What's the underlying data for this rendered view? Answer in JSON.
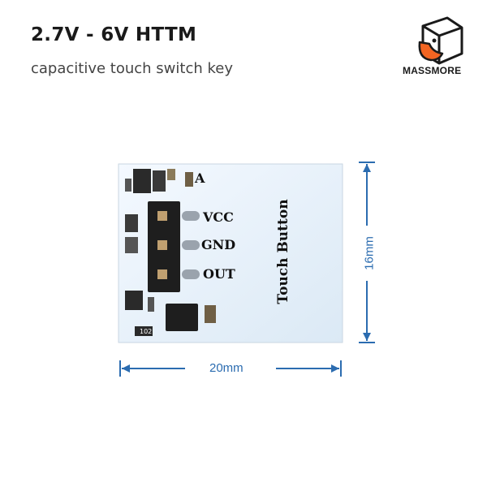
{
  "header": {
    "title": "2.7V - 6V HTTM",
    "subtitle": "capacitive touch switch key"
  },
  "brand": {
    "name": "MASSMORE",
    "accent_color": "#f26522"
  },
  "board": {
    "corner_label": "A",
    "pins": [
      "VCC",
      "GND",
      "OUT"
    ],
    "touch_label": "Touch Button",
    "resistor_code": "102",
    "board_color": "#eaf3fb"
  },
  "dimensions": {
    "width": "20mm",
    "height": "16mm",
    "arrow_color": "#2b6cb0"
  }
}
